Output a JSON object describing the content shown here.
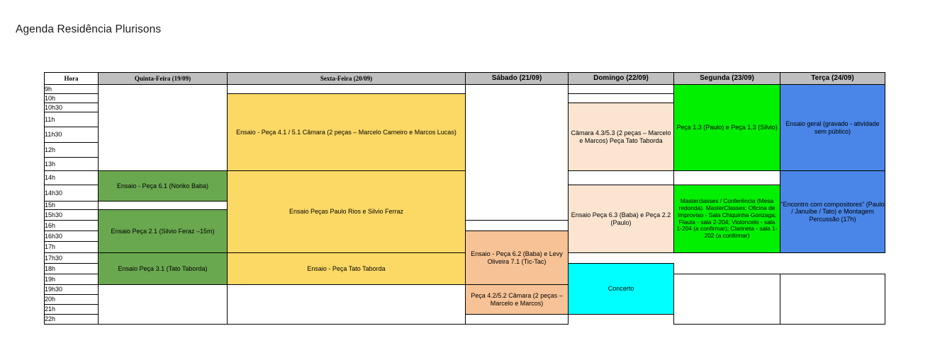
{
  "page": {
    "title": "Agenda Residência Plurisons"
  },
  "table": {
    "hour_header": "Hora",
    "day_headers": [
      "Quinta-Feira (19/09)",
      "Sexta-Feira (20/09)",
      "Sábado (21/09)",
      "Domingo (22/09)",
      "Segunda (23/09)",
      "Terça (24/09)"
    ],
    "hours": [
      "9h",
      "10h",
      "10h30",
      "11h",
      "11h30",
      "12h",
      "13h",
      "14h",
      "14h30",
      "15h",
      "15h30",
      "16h",
      "16h30",
      "17h",
      "17h30",
      "18h",
      "19h",
      "19h30",
      "20h",
      "21h",
      "22h"
    ],
    "events": {
      "fri_morning": "Ensaio - Peça 4.1 / 5.1 Câmara (2 peças – Marcelo Carneiro e Marcos Lucas)",
      "sun_morning": "Câmara 4.3/5.3 (2 peças – Marcelo e Marcos) Peça Tato Taborda",
      "mon_morning": "Peça 1.3 (Paulo) e Peça 1.3 (Silvio)",
      "tue_morning": "Ensaio geral (gravado - atividade sem público)",
      "thu_1": "Ensaio - Peça 6.1 (Noriko Baba)",
      "thu_2": "Ensaio Peça 2.1 (Silvio Feraz –15m)",
      "thu_3": "Ensaio Peça 3.1 (Tato Taborda)",
      "fri_afternoon": "Ensaio Peças Paulo Rios e Silvio Ferraz",
      "fri_evening": "Ensaio - Peça Tato Taborda",
      "sat_afternoon": "Ensaio - Peça 6.2 (Baba) e Levy Oliveira 7.1 (Tic-Tac)",
      "sat_night": "Peça 4.2/5.2 Câmara (2 peças – Marcelo e Marcos)",
      "sun_afternoon": "Ensaio Peça 6.3 (Baba) e Peça 2.2 (Paulo)",
      "mon_afternoon": "Masterclasses / Conferência (Mesa redonda). MasterClasses: Oficina de Improviso - Sala Chiquinha Gonzaga; Flauta - sala 2-204; Violoncelo - sala 1-204 (a confirmar); Clarineta - sala 1-202 (a confirmar)",
      "tue_afternoon": "\"Encontro com compositores\" (Paulo / Januibe / Tato) e Montagem Percussão (17h)",
      "tue_concert": "Concerto"
    }
  },
  "colors": {
    "header_gray": "#bfbfbf",
    "green": "#6aa84f",
    "yellow": "#fcd965",
    "peach": "#f7c396",
    "light_peach": "#fbe5d0",
    "lime": "#00f000",
    "blue": "#4a86e8",
    "cyan": "#00ffff"
  }
}
